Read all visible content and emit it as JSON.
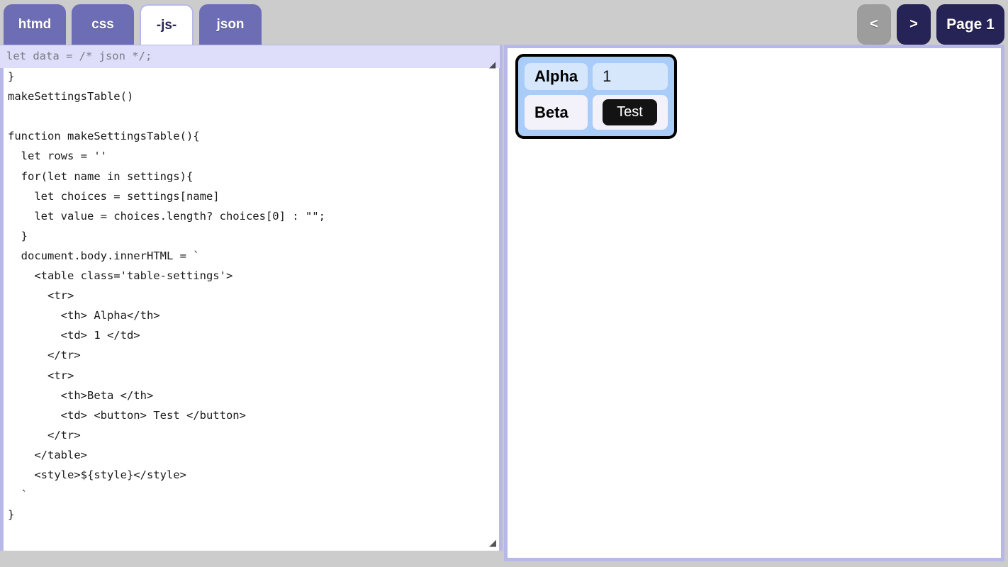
{
  "tabs": [
    {
      "id": "htmd",
      "label": "htmd",
      "active": false
    },
    {
      "id": "css",
      "label": "css",
      "active": false
    },
    {
      "id": "js",
      "label": "-js-",
      "active": true
    },
    {
      "id": "json",
      "label": "json",
      "active": false
    }
  ],
  "nav": {
    "prev_label": "<",
    "next_label": ">",
    "page_label": "Page 1",
    "prev_color": "#9d9d9d",
    "next_color": "#262356",
    "page_color": "#262356"
  },
  "editor": {
    "header_input_value": "let data = /* json */;",
    "resize_grip": "◢",
    "code": "  'beta' : words('a b c d e')\n}\nmakeSettingsTable()\n\nfunction makeSettingsTable(){\n  let rows = ''\n  for(let name in settings){\n    let choices = settings[name]\n    let value = choices.length? choices[0] : \"\";\n  }\n  document.body.innerHTML = `\n    <table class='table-settings'>\n      <tr>\n        <th> Alpha</th>\n        <td> 1 </td>\n      </tr>\n      <tr>\n        <th>Beta </th>\n        <td> <button> Test </button>\n      </tr>\n    </table>\n    <style>${style}</style>\n  `\n}"
  },
  "preview": {
    "table_rows": [
      {
        "name": "Alpha",
        "value": "1",
        "type": "text"
      },
      {
        "name": "Beta",
        "value": "Test",
        "type": "button"
      }
    ],
    "table_border_color": "#000000",
    "table_bg_color": "#a9cdf8"
  }
}
